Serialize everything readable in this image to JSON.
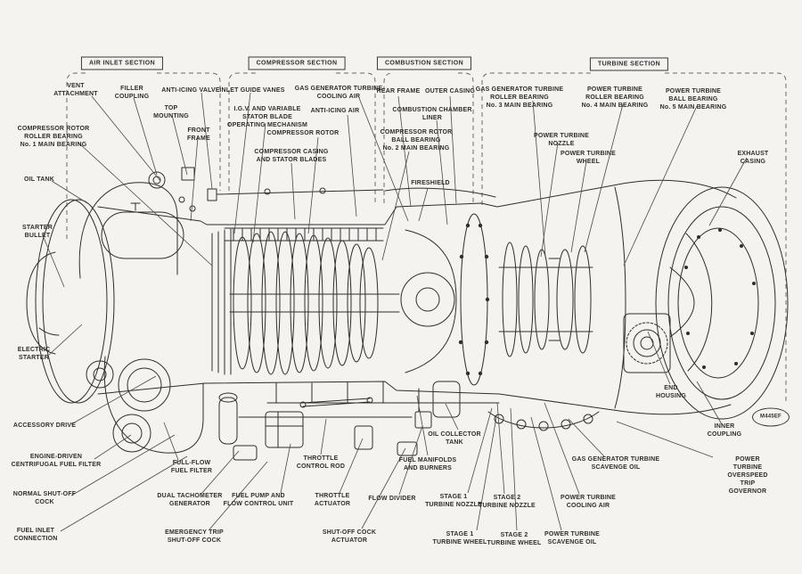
{
  "figure": {
    "stamp": "M445EF"
  },
  "sections": [
    {
      "label": "AIR INLET SECTION"
    },
    {
      "label": "COMPRESSOR SECTION"
    },
    {
      "label": "COMBUSTION SECTION"
    },
    {
      "label": "TURBINE SECTION"
    }
  ],
  "labels": [
    {
      "text": "VENT\nATTACHMENT"
    },
    {
      "text": "FILLER\nCOUPLING"
    },
    {
      "text": "ANTI-ICING VALVE"
    },
    {
      "text": "TOP\nMOUNTING"
    },
    {
      "text": "FRONT\nFRAME"
    },
    {
      "text": "COMPRESSOR ROTOR\nROLLER BEARING\nNo. 1 MAIN BEARING"
    },
    {
      "text": "OIL TANK"
    },
    {
      "text": "STARTER\nBULLET"
    },
    {
      "text": "ELECTRIC\nSTARTER"
    },
    {
      "text": "ACCESSORY DRIVE"
    },
    {
      "text": "ENGINE-DRIVEN\nCENTRIFUGAL FUEL FILTER"
    },
    {
      "text": "NORMAL SHUT-OFF\nCOCK"
    },
    {
      "text": "FUEL INLET\nCONNECTION"
    },
    {
      "text": "INLET GUIDE VANES"
    },
    {
      "text": "I.G.V. AND VARIABLE\nSTATOR BLADE\nOPERATING MECHANISM"
    },
    {
      "text": "GAS GENERATOR TURBINE\nCOOLING AIR"
    },
    {
      "text": "ANTI-ICING AIR"
    },
    {
      "text": "COMPRESSOR ROTOR"
    },
    {
      "text": "COMPRESSOR CASING\nAND STATOR BLADES"
    },
    {
      "text": "REAR FRAME"
    },
    {
      "text": "OUTER CASING"
    },
    {
      "text": "COMBUSTION CHAMBER\nLINER"
    },
    {
      "text": "COMPRESSOR ROTOR\nBALL BEARING\nNo. 2 MAIN BEARING"
    },
    {
      "text": "FIRESHIELD"
    },
    {
      "text": "GAS GENERATOR TURBINE\nROLLER BEARING\nNo. 3 MAIN BEARING"
    },
    {
      "text": "POWER TURBINE\nROLLER BEARING\nNo. 4 MAIN BEARING"
    },
    {
      "text": "POWER TURBINE\nBALL BEARING\nNo. 5 MAIN BEARING"
    },
    {
      "text": "POWER TURBINE\nNOZZLE"
    },
    {
      "text": "POWER TURBINE\nWHEEL"
    },
    {
      "text": "EXHAUST CASING"
    },
    {
      "text": "FULL-FLOW\nFUEL FILTER"
    },
    {
      "text": "DUAL TACHOMETER\nGENERATOR"
    },
    {
      "text": "EMERGENCY TRIP\nSHUT-OFF COCK"
    },
    {
      "text": "FUEL PUMP AND\nFLOW CONTROL UNIT"
    },
    {
      "text": "THROTTLE\nCONTROL ROD"
    },
    {
      "text": "THROTTLE\nACTUATOR"
    },
    {
      "text": "SHUT-OFF COCK\nACTUATOR"
    },
    {
      "text": "FLOW DIVIDER"
    },
    {
      "text": "OIL COLLECTOR\nTANK"
    },
    {
      "text": "FUEL MANIFOLDS\nAND BURNERS"
    },
    {
      "text": "STAGE 1\nTURBINE NOZZLE"
    },
    {
      "text": "STAGE 2\nTURBINE NOZZLE"
    },
    {
      "text": "STAGE 1\nTURBINE WHEEL"
    },
    {
      "text": "STAGE 2\nTURBINE WHEEL"
    },
    {
      "text": "POWER TURBINE\nSCAVENGE OIL"
    },
    {
      "text": "POWER TURBINE\nCOOLING AIR"
    },
    {
      "text": "GAS GENERATOR TURBINE\nSCAVENGE OIL"
    },
    {
      "text": "POWER TURBINE OVERSPEED\nTRIP GOVERNOR"
    },
    {
      "text": "INNER\nCOUPLING"
    },
    {
      "text": "END\nHOUSING"
    }
  ]
}
